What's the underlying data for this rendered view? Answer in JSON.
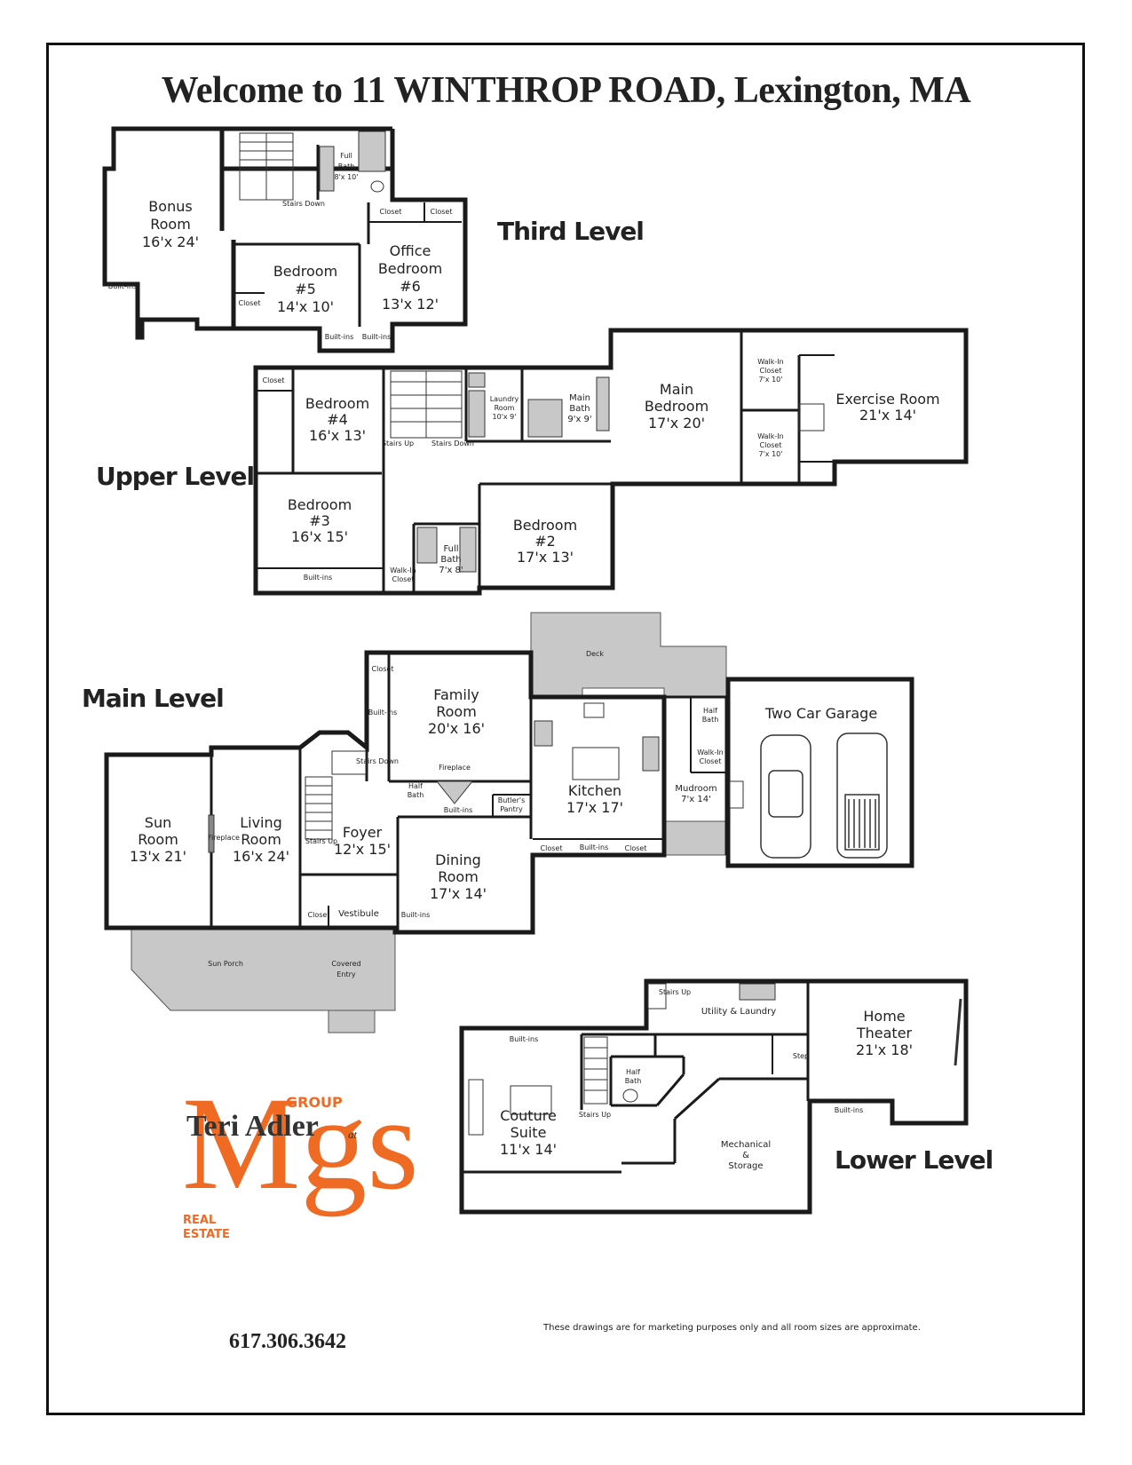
{
  "title": "Welcome to 11 WINTHROP ROAD, Lexington, MA",
  "levels": {
    "third": "Third Level",
    "upper": "Upper Level",
    "main": "Main Level",
    "lower": "Lower Level"
  },
  "rooms": {
    "third": {
      "bonus": [
        "Bonus",
        "Room",
        "16'x 24'"
      ],
      "full_bath": [
        "Full",
        "Bath",
        "8'x 10'"
      ],
      "bed5": [
        "Bedroom",
        "#5",
        "14'x 10'"
      ],
      "office": [
        "Office",
        "Bedroom",
        "#6",
        "13'x 12'"
      ],
      "closet_a": "Closet",
      "closet_b": "Closet",
      "closet_c": "Closet",
      "stairs_down": "Stairs Down",
      "builtins_a": "Built-ins",
      "builtins_b": "Built-ins",
      "builtins_c": "Built-ins"
    },
    "upper": {
      "bed4": [
        "Bedroom",
        "#4",
        "16'x 13'"
      ],
      "bed3": [
        "Bedroom",
        "#3",
        "16'x 15'"
      ],
      "bed2": [
        "Bedroom",
        "#2",
        "17'x 13'"
      ],
      "laundry": [
        "Laundry",
        "Room",
        "10'x 9'"
      ],
      "main_bath": [
        "Main",
        "Bath",
        "9'x 9'"
      ],
      "full_bath": [
        "Full",
        "Bath",
        "7'x 8'"
      ],
      "main_bed": [
        "Main",
        "Bedroom",
        "17'x 20'"
      ],
      "wic1": [
        "Walk-In",
        "Closet",
        "7'x 10'"
      ],
      "wic2": [
        "Walk-In",
        "Closet",
        "7'x 10'"
      ],
      "exercise": [
        "Exercise Room",
        "21'x 14'"
      ],
      "walkin": [
        "Walk-In",
        "Closet"
      ],
      "closet": "Closet",
      "builtins": "Built-ins",
      "stairs_up": "Stairs Up",
      "stairs_down": "Stairs Down"
    },
    "main": {
      "family": [
        "Family",
        "Room",
        "20'x 16'"
      ],
      "kitchen": [
        "Kitchen",
        "17'x 17'"
      ],
      "sun": [
        "Sun",
        "Room",
        "13'x 21'"
      ],
      "living": [
        "Living",
        "Room",
        "16'x 24'"
      ],
      "foyer": [
        "Foyer",
        "12'x 15'"
      ],
      "dining": [
        "Dining",
        "Room",
        "17'x 14'"
      ],
      "mudroom": [
        "Mudroom",
        "7'x 14'"
      ],
      "garage": "Two Car Garage",
      "deck": "Deck",
      "half_bath": [
        "Half",
        "Bath"
      ],
      "walkin": [
        "Walk-In",
        "Closet"
      ],
      "butlers": [
        "Butler's",
        "Pantry"
      ],
      "fireplace": "Fireplace",
      "vestibule": "Vestibule",
      "sun_porch": "Sun Porch",
      "covered": [
        "Covered",
        "Entry"
      ],
      "closet": "Closet",
      "builtins": "Built-ins",
      "stairs_up": "Stairs Up",
      "stairs_down": "Stairs Down"
    },
    "lower": {
      "theater": [
        "Home",
        "Theater",
        "21'x 18'"
      ],
      "couture": [
        "Couture",
        "Suite",
        "11'x 14'"
      ],
      "utility": "Utility & Laundry",
      "mech": [
        "Mechanical",
        "&",
        "Storage"
      ],
      "half_bath": [
        "Half",
        "Bath"
      ],
      "step": "Step",
      "builtins": "Built-ins",
      "stairs_up": "Stairs Up"
    }
  },
  "agent": {
    "name": "Teri Adler",
    "at": "at",
    "logo_letters": "Mgs",
    "group": "GROUP",
    "real": "REAL",
    "estate": "ESTATE",
    "phone": "617.306.3642"
  },
  "disclaimer": "These drawings are for marketing purposes only and all room sizes are approximate.",
  "colors": {
    "wall": "#1a1a1a",
    "exterior": "#c8c8c8",
    "logo": "#ef6a23"
  }
}
